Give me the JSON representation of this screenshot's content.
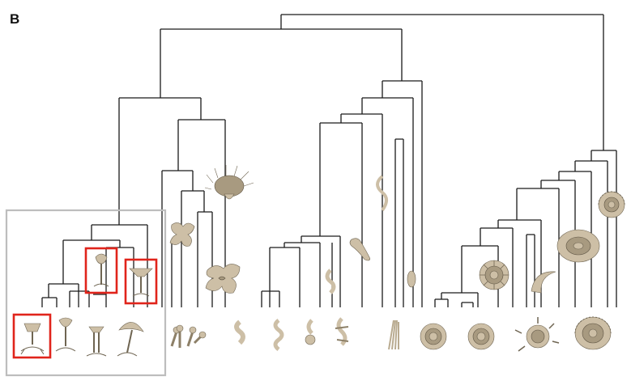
{
  "panel": {
    "label": "B"
  },
  "colors": {
    "branch": "#1a1a1a",
    "form_fill": "#cdbfa6",
    "highlight": "#e0241b",
    "inset_frame": "#bdbdbd"
  },
  "tree": {
    "leaf_forms": [
      "goblet-with-roots",
      "trumpet-flower",
      "cup-on-stalks",
      "umbrella-flower",
      "branched-bundle",
      "small-s-twist",
      "wavy-s-twist",
      "bulb-twist",
      "spiky-twist",
      "fibrous-tuft",
      "coiled-shell",
      "coiled-shell",
      "spiked-coil",
      "ribbed-coil"
    ],
    "highlighted_forms": [
      "goblet-with-roots",
      "mid-flower-on-stalk",
      "cup-on-stalk-right"
    ]
  }
}
